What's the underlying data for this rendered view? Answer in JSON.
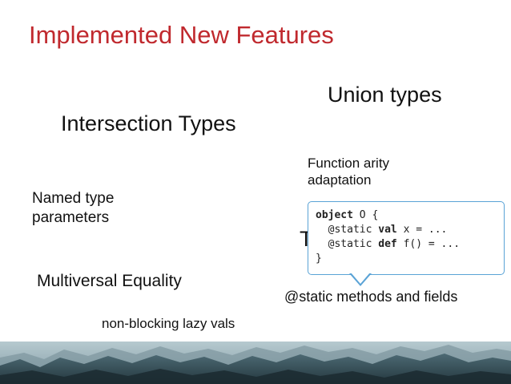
{
  "slide": {
    "title": "Implemented New Features",
    "features": {
      "union": "Union types",
      "intersection": "Intersection Types",
      "arity_line1": "Function arity",
      "arity_line2": "adaptation",
      "named_line1": "Named type",
      "named_line2": "parameters",
      "hidden_partial": "T",
      "multiversal": "Multiversal Equality",
      "static": "@static methods and fields",
      "lazy": "non-blocking lazy vals"
    },
    "code": {
      "line1_kw": "object",
      "line1_rest": " O {",
      "line2_pre": "  @static ",
      "line2_kw": "val",
      "line2_post": " x = ...",
      "line3_pre": "  @static ",
      "line3_kw": "def",
      "line3_post": " f() = ...",
      "line4": "}"
    },
    "colors": {
      "title": "#c0292e",
      "callout_border": "#5aa3d6",
      "banner_dark": "#3b5660",
      "banner_light": "#a9c0c7"
    }
  }
}
